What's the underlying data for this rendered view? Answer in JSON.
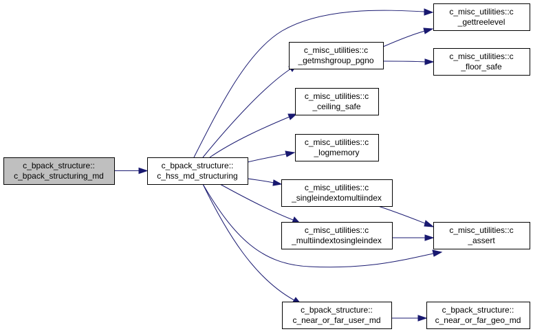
{
  "graph": {
    "nodes": [
      {
        "id": "n0",
        "name": "node-bpack-structuring-md",
        "line1": "c_bpack_structure::",
        "line2": "c_bpack_structuring_md",
        "highlight": true,
        "interactable": false
      },
      {
        "id": "n1",
        "name": "node-hss-md-structuring",
        "line1": "c_bpack_structure::",
        "line2": "c_hss_md_structuring",
        "highlight": false,
        "interactable": true
      },
      {
        "id": "n2",
        "name": "node-gettreelevel",
        "line1": "c_misc_utilities::c",
        "line2": "_gettreelevel",
        "highlight": false,
        "interactable": true
      },
      {
        "id": "n3",
        "name": "node-getmshgroup-pgno",
        "line1": "c_misc_utilities::c",
        "line2": "_getmshgroup_pgno",
        "highlight": false,
        "interactable": true
      },
      {
        "id": "n4",
        "name": "node-floor-safe",
        "line1": "c_misc_utilities::c",
        "line2": "_floor_safe",
        "highlight": false,
        "interactable": true
      },
      {
        "id": "n5",
        "name": "node-ceiling-safe",
        "line1": "c_misc_utilities::c",
        "line2": "_ceiling_safe",
        "highlight": false,
        "interactable": true
      },
      {
        "id": "n6",
        "name": "node-logmemory",
        "line1": "c_misc_utilities::c",
        "line2": "_logmemory",
        "highlight": false,
        "interactable": true
      },
      {
        "id": "n7",
        "name": "node-singleindextomultiindex",
        "line1": "c_misc_utilities::c",
        "line2": "_singleindextomultiindex",
        "highlight": false,
        "interactable": true
      },
      {
        "id": "n8",
        "name": "node-multiindextosingleindex",
        "line1": "c_misc_utilities::c",
        "line2": "_multiindextosingleindex",
        "highlight": false,
        "interactable": true
      },
      {
        "id": "n9",
        "name": "node-assert",
        "line1": "c_misc_utilities::c",
        "line2": "_assert",
        "highlight": false,
        "interactable": true
      },
      {
        "id": "n10",
        "name": "node-near-or-far-user-md",
        "line1": "c_bpack_structure::",
        "line2": "c_near_or_far_user_md",
        "highlight": false,
        "interactable": true
      },
      {
        "id": "n11",
        "name": "node-near-or-far-geo-md",
        "line1": "c_bpack_structure::",
        "line2": "c_near_or_far_geo_md",
        "highlight": false,
        "interactable": true
      }
    ],
    "edges": [
      {
        "from": "n0",
        "to": "n1"
      },
      {
        "from": "n1",
        "to": "n2"
      },
      {
        "from": "n1",
        "to": "n3"
      },
      {
        "from": "n1",
        "to": "n5"
      },
      {
        "from": "n1",
        "to": "n6"
      },
      {
        "from": "n1",
        "to": "n7"
      },
      {
        "from": "n1",
        "to": "n8"
      },
      {
        "from": "n1",
        "to": "n9"
      },
      {
        "from": "n1",
        "to": "n10"
      },
      {
        "from": "n3",
        "to": "n2"
      },
      {
        "from": "n3",
        "to": "n4"
      },
      {
        "from": "n7",
        "to": "n9"
      },
      {
        "from": "n8",
        "to": "n9"
      },
      {
        "from": "n10",
        "to": "n11"
      }
    ],
    "colors": {
      "edge": "#191970",
      "node_fill": "#ffffff",
      "node_highlight_fill": "#bfbfbf",
      "node_border": "#000000"
    }
  }
}
